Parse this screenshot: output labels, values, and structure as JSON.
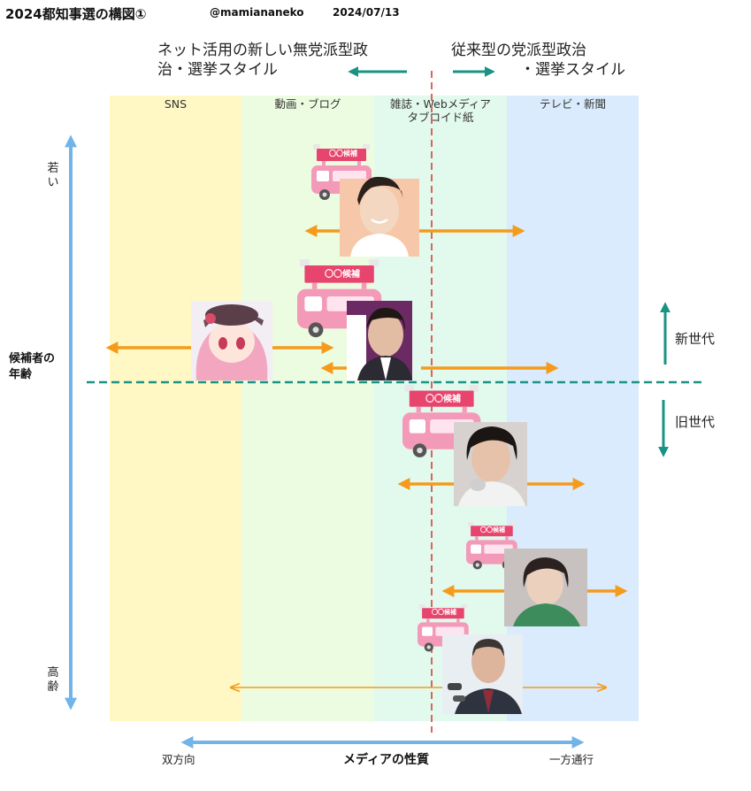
{
  "header": {
    "title": "2024都知事選の構図①",
    "handle": "@mamiananeko",
    "date": "2024/07/13"
  },
  "top": {
    "left_line1": "ネット活用の新しい無党派型政",
    "left_line2": "治・選挙スタイル",
    "right_line1": "従来型の党派型政治",
    "right_line2": "・選挙スタイル"
  },
  "columns": [
    {
      "line1": "SNS",
      "line2": ""
    },
    {
      "line1": "動画・ブログ",
      "line2": ""
    },
    {
      "line1": "雑誌・Webメディア",
      "line2": "タブロイド紙"
    },
    {
      "line1": "テレビ・新聞",
      "line2": ""
    }
  ],
  "y_axis": {
    "top_char1": "若",
    "top_char2": "い",
    "bottom_char1": "高",
    "bottom_char2": "齢",
    "title_line1": "候補者の",
    "title_line2": "年齢"
  },
  "generations": {
    "new": "新世代",
    "old": "旧世代"
  },
  "x_axis": {
    "left": "双方向",
    "title": "メディアの性質",
    "right": "一方通行"
  },
  "campaign_car": {
    "sign_text": "〇〇候補"
  },
  "colors": {
    "sns_band": "#fff8c4",
    "video_band": "#ecfce0",
    "magazine_band": "#e2f9ee",
    "tv_band": "#d9ebfc",
    "orange_arrow": "#f59a1b",
    "teal": "#1a9384",
    "blue_axis": "#72b4e8",
    "red_dashed": "#d9655c",
    "car_pink": "#f49ab9",
    "car_sign": "#e8456e"
  }
}
